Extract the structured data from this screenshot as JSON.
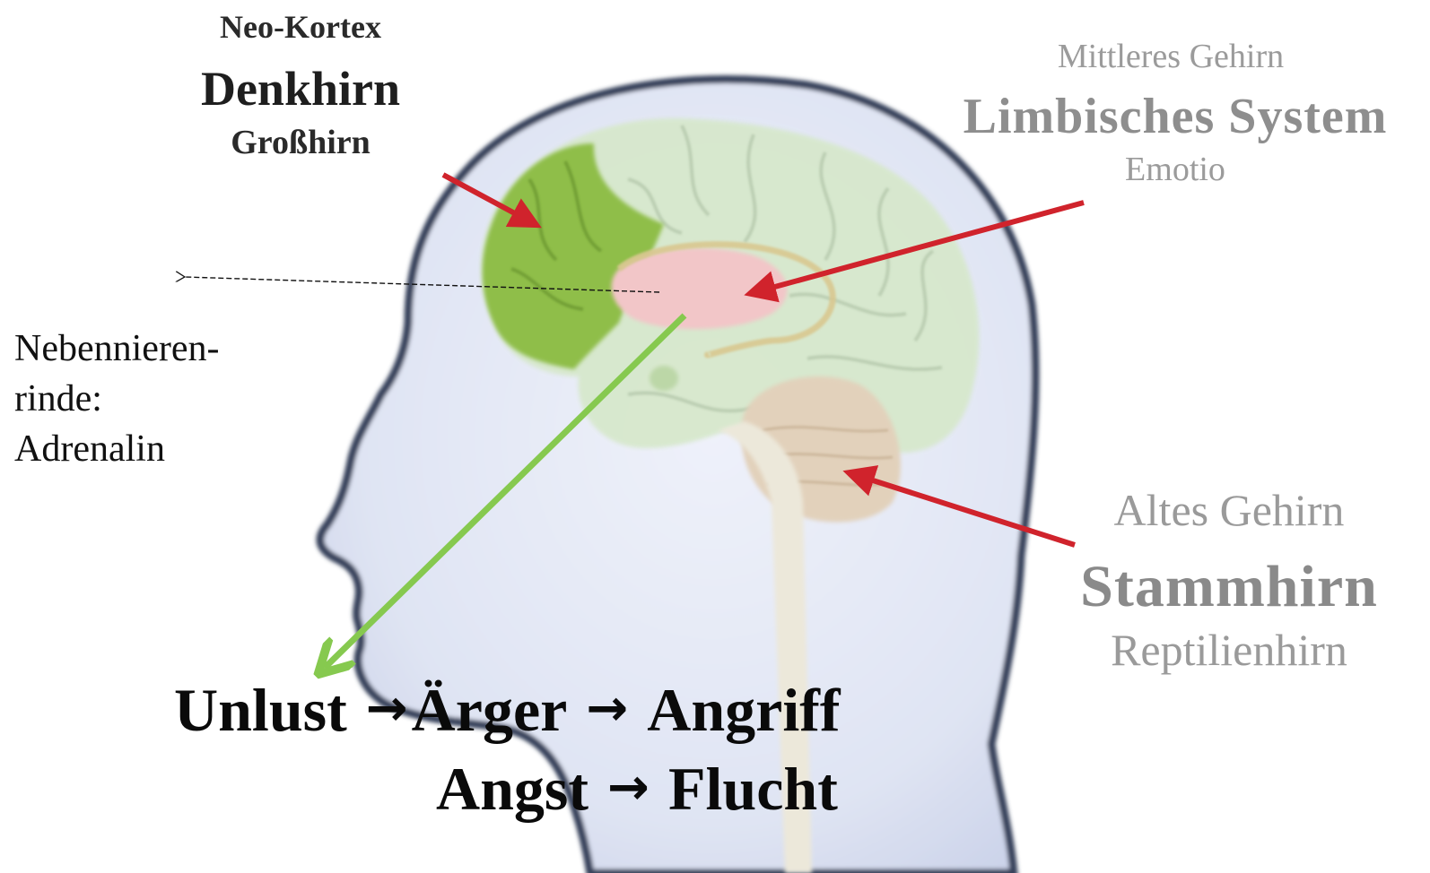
{
  "labels": {
    "neocortex": {
      "super": "Neo-Kortex",
      "main": "Denkhirn",
      "sub": "Großhirn"
    },
    "limbic": {
      "super": "Mittleres Gehirn",
      "main": "Limbisches System",
      "sub": "Emotio"
    },
    "stem": {
      "super": "Altes Gehirn",
      "main": "Stammhirn",
      "sub": "Reptilienhirn"
    },
    "adrenal": {
      "line1": "Nebennieren-",
      "line2": "rinde:",
      "line3": "Adrenalin"
    }
  },
  "flow": {
    "row1": {
      "term1": "Unlust",
      "arrow1": "→",
      "term2": "Ärger",
      "arrow2": "→",
      "term3": "Angriff"
    },
    "row2": {
      "term1": "Angst",
      "arrow1": "→",
      "term2": "Flucht"
    }
  },
  "colors": {
    "head": "#d5dcef",
    "head_outline": "#34405a",
    "brain": "#d7e8cc",
    "frontal_lobe": "#8fbe4a",
    "limbic": "#f2c6c8",
    "cerebellum": "#e2d1bb",
    "red_arrow": "#d0232c",
    "green_arrow": "#86c94f"
  }
}
